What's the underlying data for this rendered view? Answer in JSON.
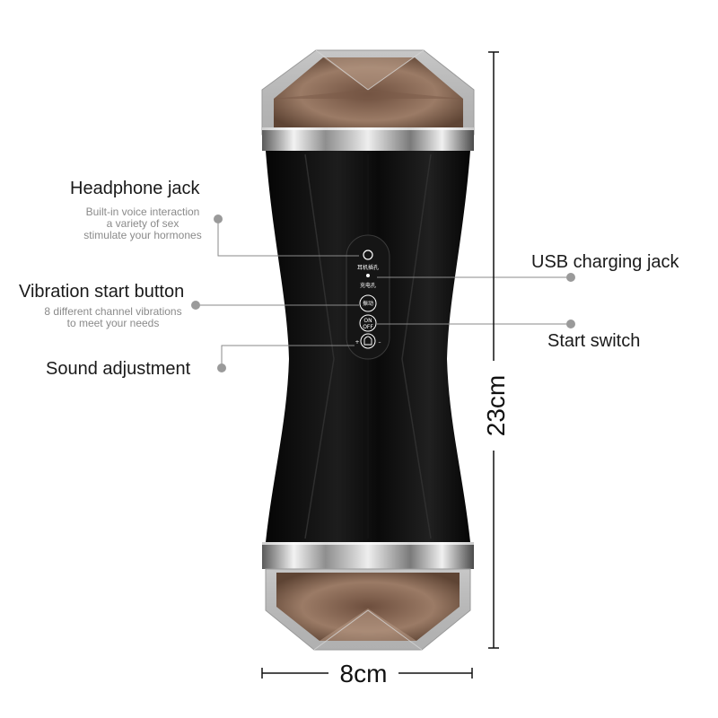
{
  "callouts": {
    "headphone": {
      "title": "Headphone jack",
      "desc": [
        "Built-in voice interaction",
        "a variety of sex",
        "stimulate your hormones"
      ]
    },
    "vibration": {
      "title": "Vibration start button",
      "desc": [
        "8 different channel vibrations",
        "to meet your needs"
      ]
    },
    "sound": {
      "title": "Sound adjustment"
    },
    "usb": {
      "title": "USB charging jack"
    },
    "start": {
      "title": "Start switch"
    }
  },
  "panel": {
    "earphone_label": "耳机插孔",
    "charge_label": "充电孔",
    "vibrate_label": "振动",
    "on": "ON",
    "off": "OFF",
    "plus": "+",
    "minus": "–"
  },
  "dimensions": {
    "height": "23cm",
    "width": "8cm"
  },
  "colors": {
    "body": "#0b0b0b",
    "cap": "#9a7a64",
    "chrome": "#c8c8c8",
    "callout_dot": "#9a9a9a",
    "text": "#1a1a1a",
    "subtext": "#8a8a8a"
  }
}
